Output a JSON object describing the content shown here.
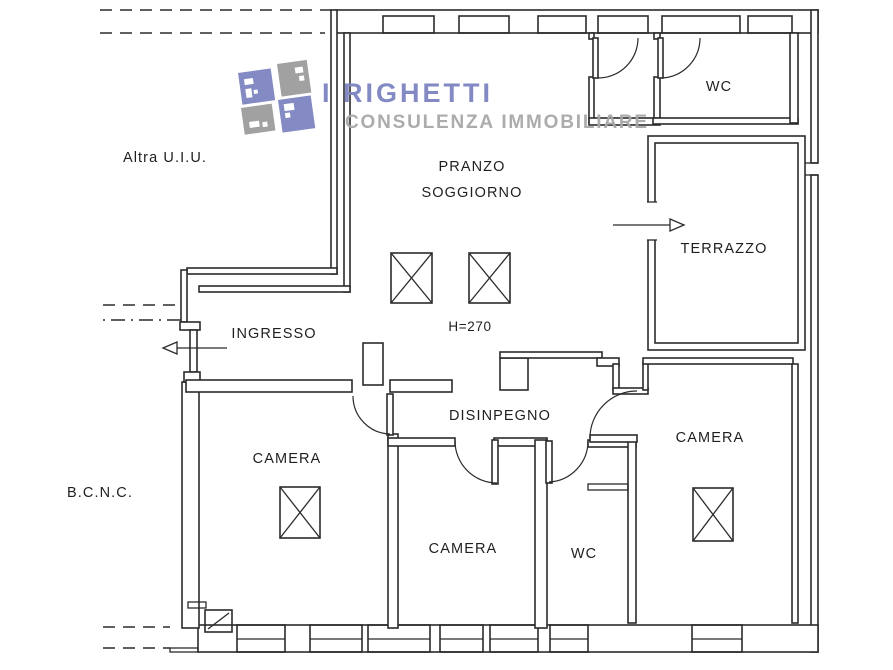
{
  "watermark": {
    "brand": "I RIGHETTI",
    "tagline": "CONSULENZA IMMOBILIARE",
    "brand_color": "#7d83bf",
    "tagline_color": "#a8a8a8",
    "logo_blue": "#7e85c1",
    "logo_gray": "#9c9c9c"
  },
  "rooms": {
    "living_line1": "PRANZO",
    "living_line2": "SOGGIORNO",
    "wc_top": "WC",
    "terrace": "TERRAZZO",
    "entrance": "INGRESSO",
    "hallway": "DISINPEGNO",
    "bedroom_left": "CAMERA",
    "bedroom_center": "CAMERA",
    "wc_bottom": "WC",
    "bedroom_right": "CAMERA"
  },
  "annotations": {
    "other_unit": "Altra U.I.U.",
    "common_area": "B.C.N.C.",
    "ceiling_height": "H=270"
  },
  "plan": {
    "line_color": "#2b2b2b",
    "background": "#ffffff"
  }
}
